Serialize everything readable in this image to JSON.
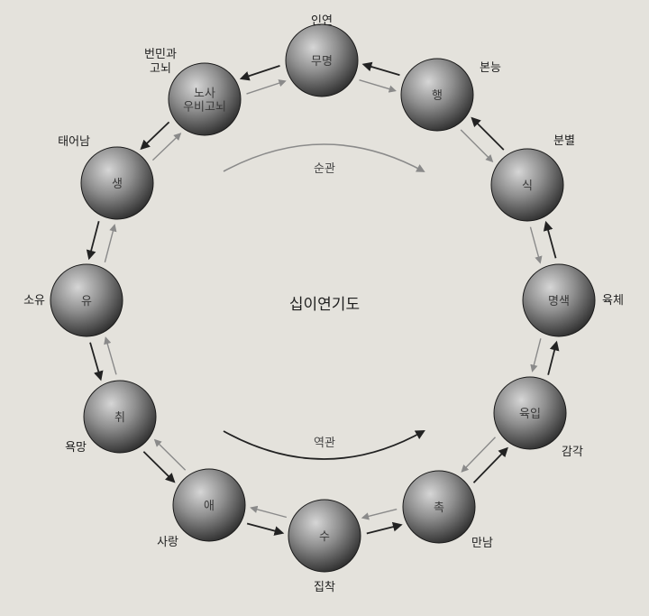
{
  "title": "십이연기도",
  "colors": {
    "background": "#e4e2dc",
    "sphere_light": "#cfcfcf",
    "sphere_dark": "#2a2a2a",
    "forward_arrow": "#8a8a8a",
    "reverse_arrow": "#222222"
  },
  "cycles": {
    "forward": "순관",
    "reverse": "역관"
  },
  "nodes": [
    {
      "label": [
        "무명"
      ],
      "outer": [
        "인연"
      ]
    },
    {
      "label": [
        "행"
      ],
      "outer": [
        "본능"
      ]
    },
    {
      "label": [
        "식"
      ],
      "outer": [
        "분별"
      ]
    },
    {
      "label": [
        "명색"
      ],
      "outer": [
        "육체"
      ]
    },
    {
      "label": [
        "육입"
      ],
      "outer": [
        "감각"
      ]
    },
    {
      "label": [
        "촉"
      ],
      "outer": [
        "만남"
      ]
    },
    {
      "label": [
        "수"
      ],
      "outer": [
        "집착"
      ]
    },
    {
      "label": [
        "애"
      ],
      "outer": [
        "사랑"
      ]
    },
    {
      "label": [
        "취"
      ],
      "outer": [
        "욕망"
      ]
    },
    {
      "label": [
        "유"
      ],
      "outer": [
        "소유"
      ]
    },
    {
      "label": [
        "생"
      ],
      "outer": [
        "태어남"
      ]
    },
    {
      "label": [
        "노사",
        "우비고뇌"
      ],
      "outer": [
        "번민과",
        "고뇌"
      ]
    }
  ]
}
